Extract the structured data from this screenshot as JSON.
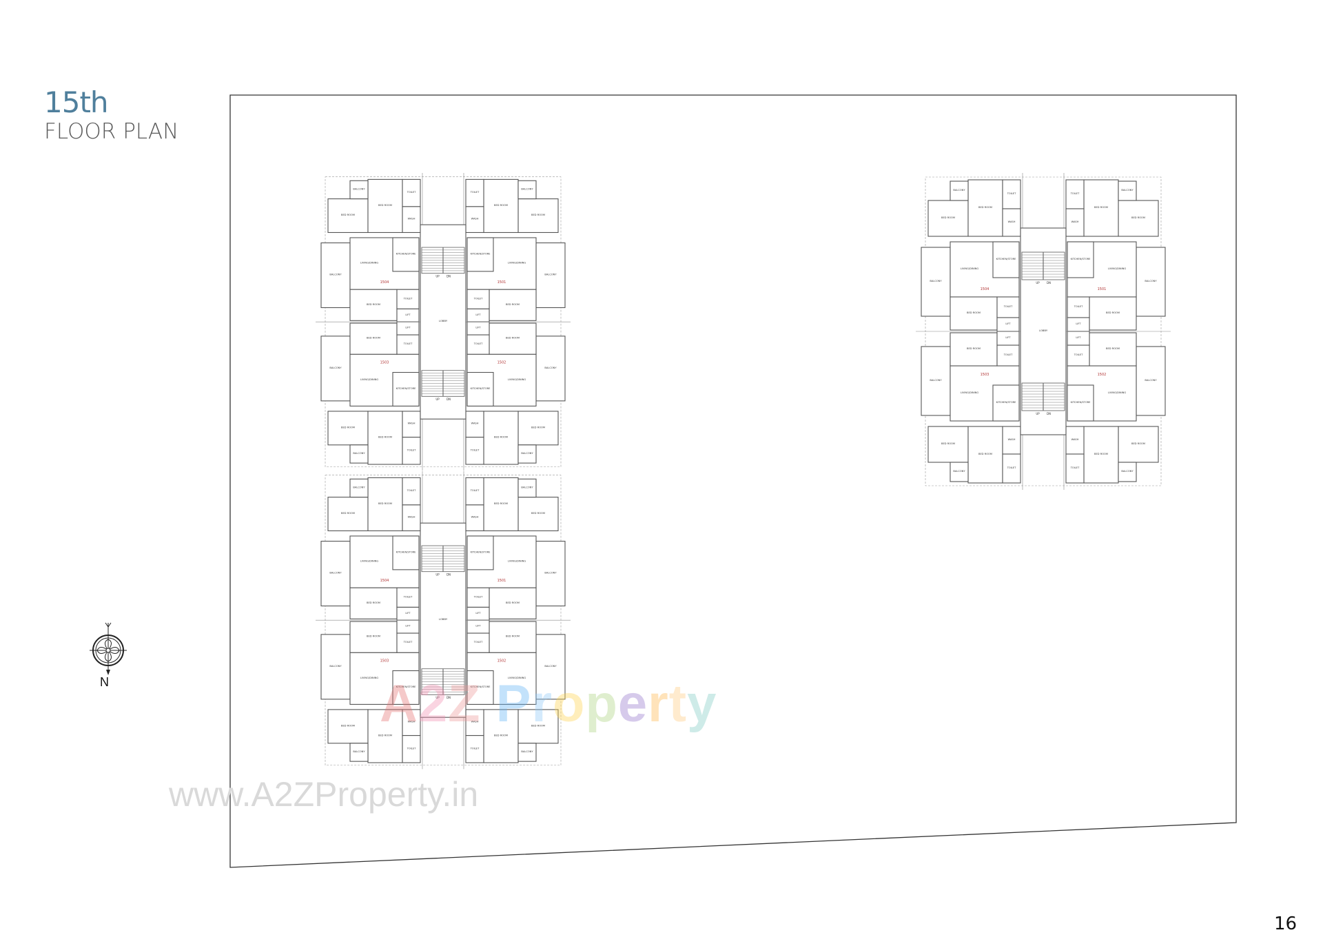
{
  "title": {
    "number": "15th",
    "subtitle": "FLOOR PLAN"
  },
  "page_number": "16",
  "compass": {
    "north_label": "N"
  },
  "watermark": {
    "logo_parts": [
      {
        "text": "A",
        "color": "#e57373"
      },
      {
        "text": "2",
        "color": "#f48fb1"
      },
      {
        "text": "Z",
        "color": "#ef9a9a"
      },
      {
        "text": " ",
        "color": "#ffffff"
      },
      {
        "text": "P",
        "color": "#64b5f6"
      },
      {
        "text": "r",
        "color": "#90caf9"
      },
      {
        "text": "o",
        "color": "#ffd54f"
      },
      {
        "text": "p",
        "color": "#aed581"
      },
      {
        "text": "e",
        "color": "#9575cd"
      },
      {
        "text": "r",
        "color": "#ffb74d"
      },
      {
        "text": "t",
        "color": "#ffcc80"
      },
      {
        "text": "y",
        "color": "#80cbc4"
      }
    ],
    "url": "www.A2ZProperty.in"
  },
  "plan": {
    "rooms": {
      "bed": "BED ROOM",
      "toilet": "TOILET",
      "wash": "WASH",
      "balcony": "BALCONY",
      "living": "LIVING/DINING",
      "kitchen": "KITCHEN/STORE",
      "lift": "LIFT",
      "lobby": "LOBBY",
      "up": "UP",
      "dn": "DN"
    },
    "flat_numbers": [
      "1504",
      "1501",
      "1503",
      "1502"
    ],
    "colors": {
      "line": "#555555",
      "dashed": "#999999",
      "flat_number": "#b03030"
    }
  }
}
